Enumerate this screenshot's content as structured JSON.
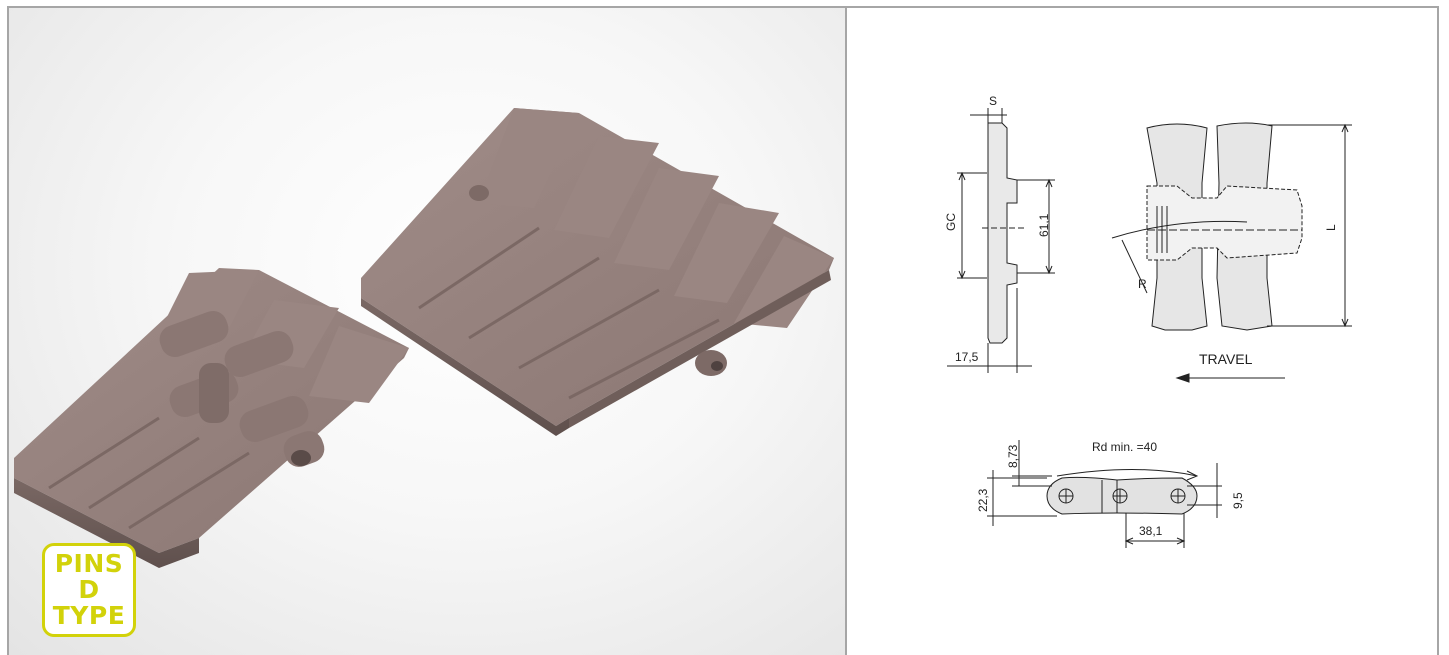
{
  "badge": {
    "line1": "PINS",
    "line2": "D",
    "line3": "TYPE"
  },
  "drawing": {
    "side_top_label": "S",
    "side_left_label": "GC",
    "side_right_dim": "61,1",
    "side_bottom_dim": "17,5",
    "top_view_height_label": "L",
    "radius_label": "R",
    "travel_label": "TRAVEL",
    "rd_label": "Rd min. =40",
    "dim_873": "8,73",
    "dim_223": "22,3",
    "dim_95": "9,5",
    "dim_381": "38,1"
  },
  "colors": {
    "chain": "#8f7c78",
    "chain_dark": "#6b5a57",
    "chain_light": "#a89491",
    "badge": "#d2d20a",
    "line": "#222222",
    "part_fill": "#e6e6e6"
  }
}
